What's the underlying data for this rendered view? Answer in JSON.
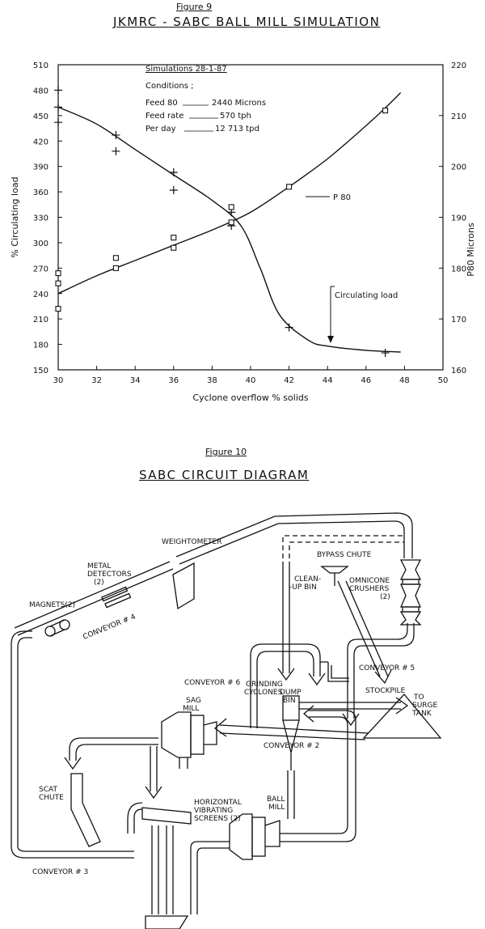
{
  "figure9": {
    "label": "Figure 9",
    "title": "JKMRC - SABC BALL MILL SIMULATION",
    "notes": {
      "heading": "Simulations 28-1-87",
      "conditions": "Conditions ;",
      "feed80_label": "Feed 80",
      "feed80_value": "2440 Microns",
      "feedrate_label": "Feed rate",
      "feedrate_value": "570 tph",
      "perday_label": "Per day",
      "perday_value": "12 713 tpd"
    },
    "annotations": {
      "p80": "P 80",
      "circ": "Circulating load"
    }
  },
  "chart_data": {
    "type": "scatter",
    "xlabel": "Cyclone overflow % solids",
    "ylabel": "% Circulating load",
    "y2label": "P80 Microns",
    "xlim": [
      30,
      50
    ],
    "ylim": [
      150,
      510
    ],
    "y2lim": [
      160,
      220
    ],
    "xticks": [
      30,
      32,
      34,
      36,
      38,
      40,
      42,
      44,
      46,
      48,
      50
    ],
    "yticks": [
      150,
      180,
      210,
      240,
      270,
      300,
      330,
      360,
      390,
      420,
      450,
      480,
      510
    ],
    "y2ticks": [
      160,
      170,
      180,
      190,
      200,
      210,
      220
    ],
    "grid": false,
    "series": [
      {
        "name": "Circulating load",
        "axis": "left",
        "marker": "plus",
        "points": [
          [
            30,
            480
          ],
          [
            30,
            460
          ],
          [
            30,
            442
          ],
          [
            33,
            427
          ],
          [
            33,
            408
          ],
          [
            36,
            383
          ],
          [
            36,
            362
          ],
          [
            39,
            336
          ],
          [
            39,
            320
          ],
          [
            42,
            200
          ],
          [
            47,
            170
          ]
        ],
        "curve": [
          [
            30,
            460
          ],
          [
            32,
            440
          ],
          [
            34,
            410
          ],
          [
            36,
            380
          ],
          [
            38,
            350
          ],
          [
            39.5,
            320
          ],
          [
            40.5,
            270
          ],
          [
            41.5,
            215
          ],
          [
            43,
            185
          ],
          [
            44,
            178
          ],
          [
            46,
            173
          ],
          [
            47.8,
            171
          ]
        ]
      },
      {
        "name": "P 80",
        "axis": "right",
        "marker": "square",
        "points": [
          [
            30,
            179
          ],
          [
            30,
            177
          ],
          [
            30,
            172
          ],
          [
            33,
            182
          ],
          [
            33,
            180
          ],
          [
            36,
            184
          ],
          [
            36,
            186
          ],
          [
            39,
            189
          ],
          [
            39,
            192
          ],
          [
            42,
            196
          ],
          [
            47,
            211
          ]
        ],
        "curve": [
          [
            30,
            175
          ],
          [
            32,
            178.5
          ],
          [
            34,
            181.5
          ],
          [
            36,
            184.5
          ],
          [
            38,
            187.5
          ],
          [
            40,
            191
          ],
          [
            42,
            196
          ],
          [
            44,
            201.5
          ],
          [
            46,
            208
          ],
          [
            47,
            211.5
          ],
          [
            47.8,
            214.5
          ]
        ]
      }
    ]
  },
  "figure10": {
    "label": "Figure 10",
    "title": "SABC CIRCUIT DIAGRAM",
    "labels": {
      "weightometer": "WEIGHTOMETER",
      "bypass_chute": "BYPASS CHUTE",
      "metal_detectors_1": "METAL",
      "metal_detectors_2": "DETECTORS",
      "metal_detectors_3": "(2)",
      "magnets": "MAGNETS(2)",
      "conveyor4": "CONVEYOR # 4",
      "cleanup_1": "CLEAN-",
      "cleanup_2": "-UP BIN",
      "omnicone_1": "OMNICONE",
      "omnicone_2": "CRUSHERS",
      "omnicone_3": "(2)",
      "conveyor6": "CONVEYOR # 6",
      "conveyor5": "CONVEYOR # 5",
      "dump_1": "DUMP",
      "dump_2": "BIN",
      "stockpile": "STOCKPILE",
      "sag_1": "SAG",
      "sag_2": "MILL",
      "conveyor2": "CONVEYOR # 2",
      "scat_1": "SCAT",
      "scat_2": "CHUTE",
      "grinding_1": "GRINDING",
      "grinding_2": "CYCLONES",
      "surge_1": "TO",
      "surge_2": "SURGE",
      "surge_3": "TANK",
      "hvs_1": "HORIZONTAL",
      "hvs_2": "VIBRATING",
      "hvs_3": "SCREENS (2)",
      "ball_1": "BALL",
      "ball_2": "MILL",
      "conveyor3": "CONVEYOR # 3"
    }
  }
}
